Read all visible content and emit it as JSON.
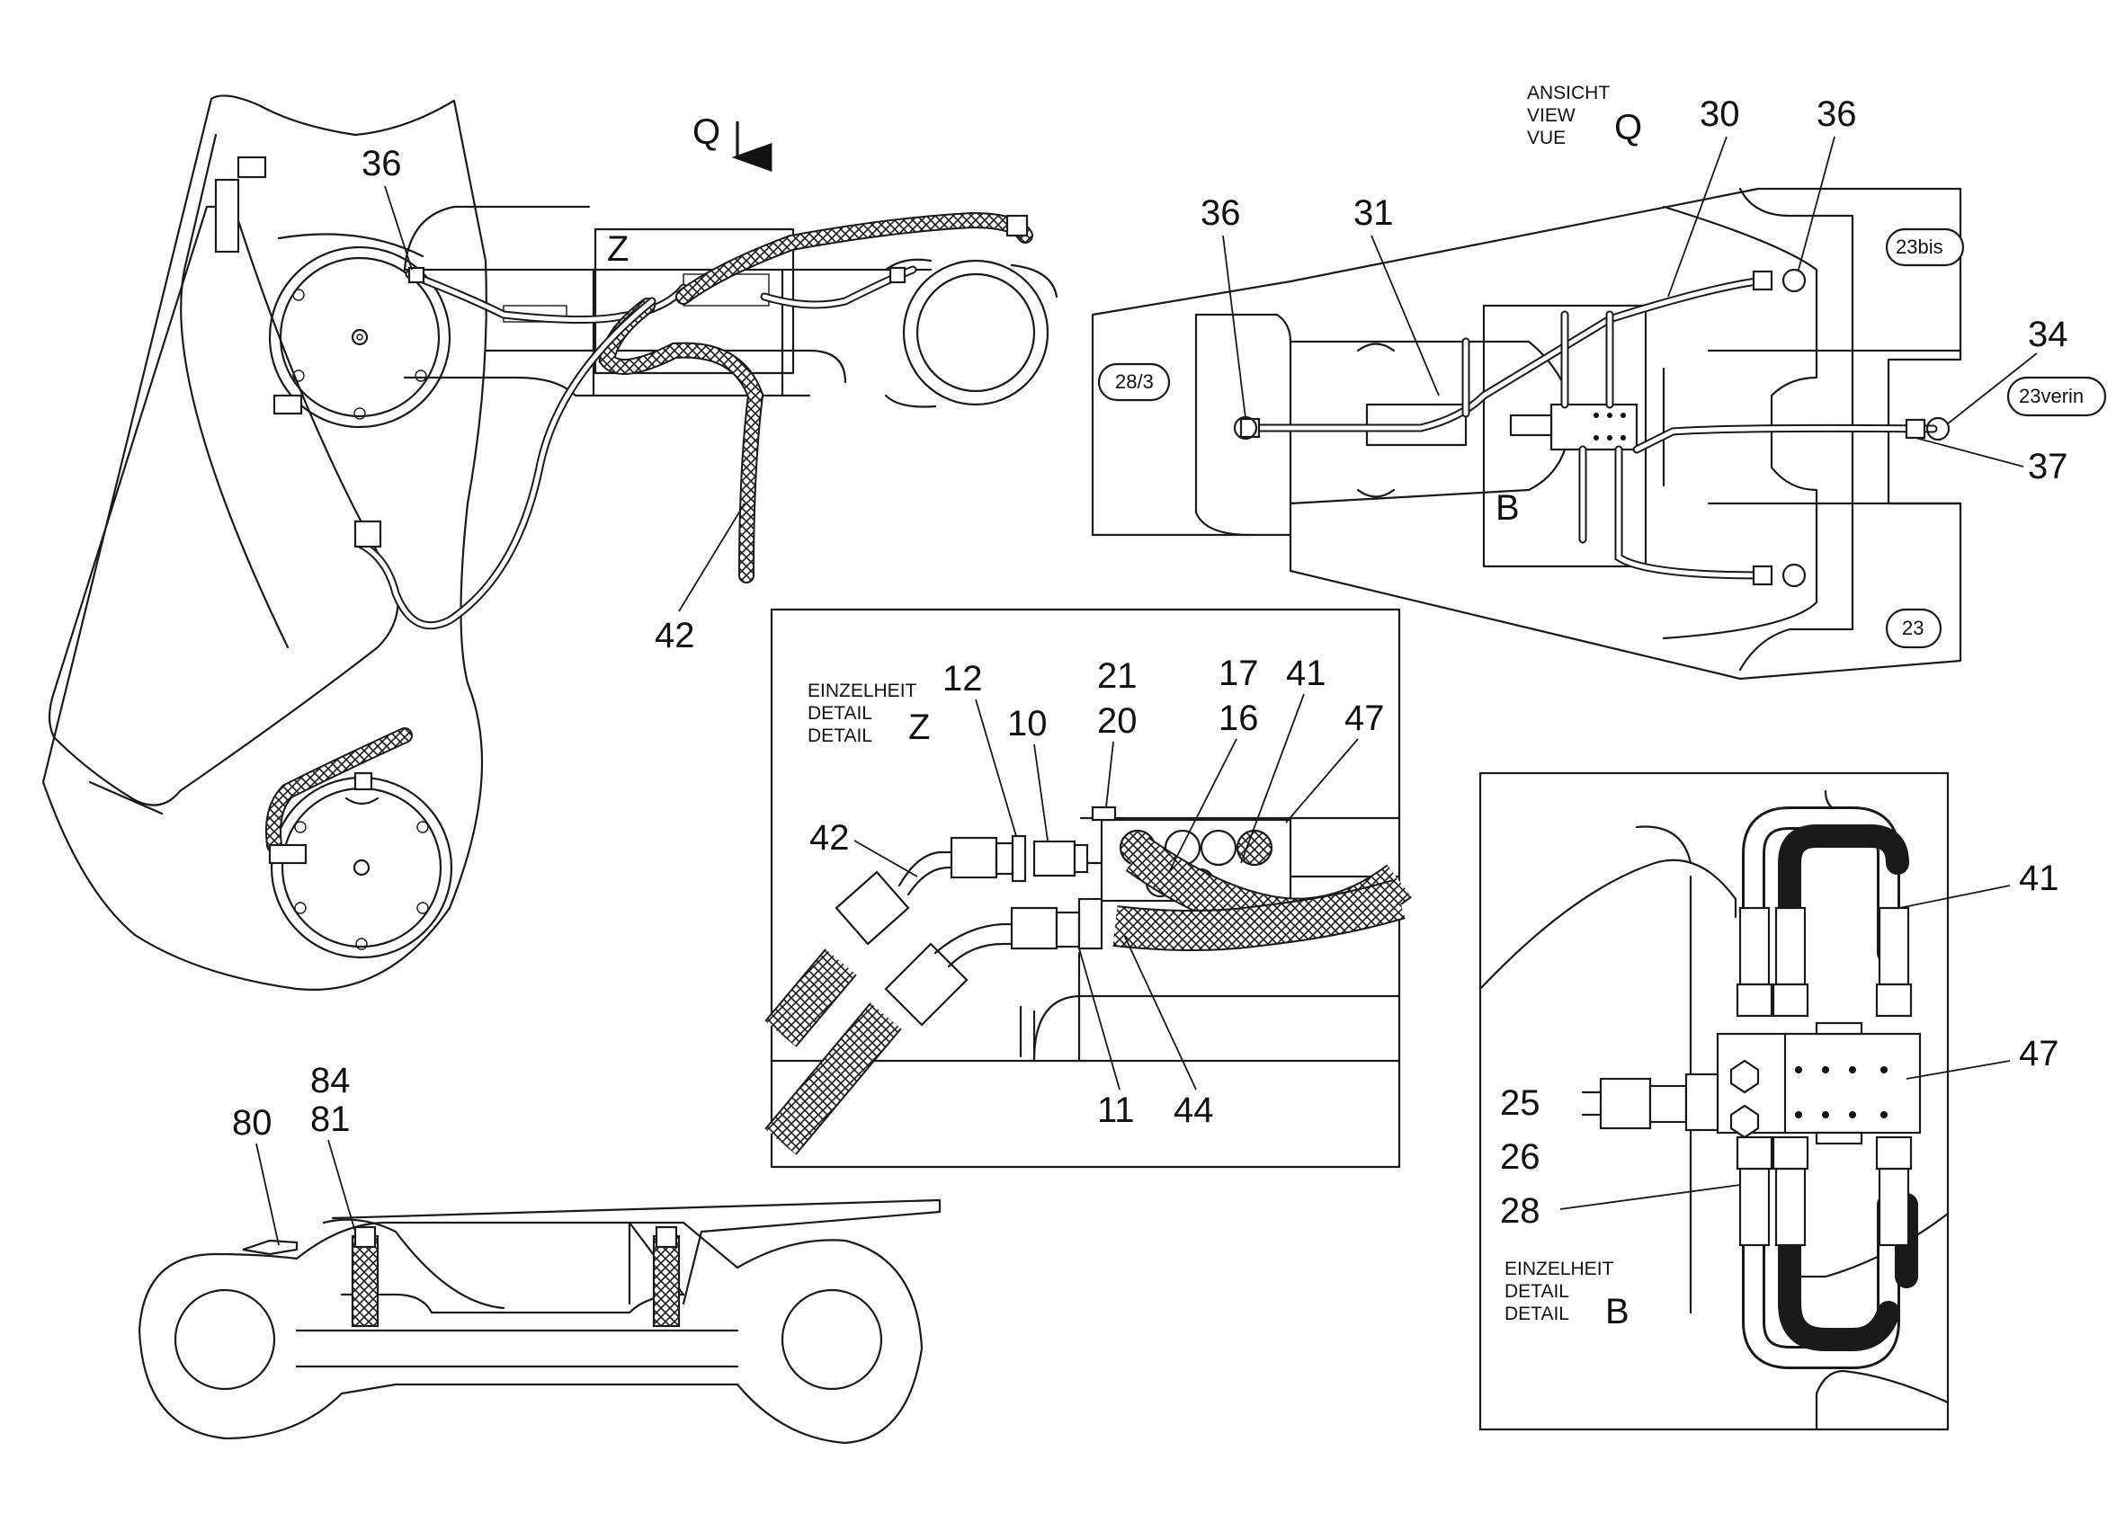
{
  "view_q": {
    "title_lines": [
      "ANSICHT",
      "VIEW",
      "VUE"
    ],
    "letter": "Q",
    "section_label": "B",
    "badges": [
      "23bis",
      "28/3",
      "23verin",
      "23"
    ],
    "callouts": [
      "30",
      "36",
      "36",
      "31",
      "34",
      "37"
    ]
  },
  "main_view": {
    "q_arrow_label": "Q",
    "z_box_label": "Z",
    "callouts": [
      "36",
      "42"
    ]
  },
  "detail_z": {
    "title_lines": [
      "EINZELHEIT",
      "DETAIL",
      "DETAIL"
    ],
    "letter": "Z",
    "callouts": [
      "12",
      "10",
      "21",
      "20",
      "17",
      "16",
      "41",
      "47",
      "42",
      "11",
      "44"
    ]
  },
  "detail_b": {
    "title_lines": [
      "EINZELHEIT",
      "DETAIL",
      "DETAIL"
    ],
    "letter": "B",
    "callouts": [
      "41",
      "47",
      "25",
      "26",
      "28"
    ]
  },
  "bottom_view": {
    "callouts": [
      "84",
      "81",
      "80"
    ]
  }
}
